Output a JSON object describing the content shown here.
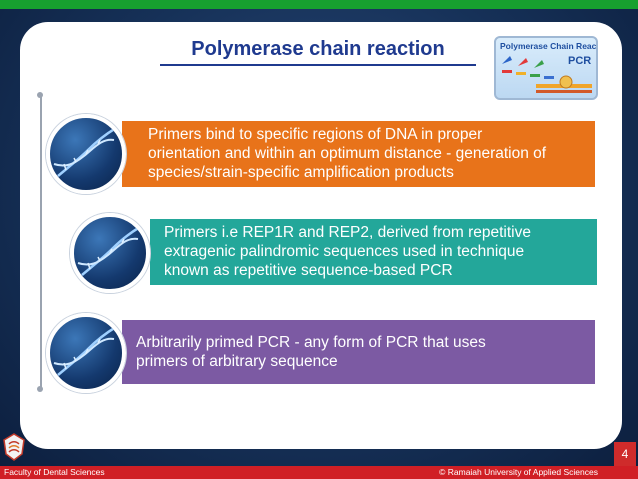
{
  "slide": {
    "title": "Polymerase chain reaction",
    "page_number": "4"
  },
  "pcr_logo": {
    "title": "Polymerase Chain Reaction",
    "abbr": "PCR"
  },
  "bands": [
    {
      "lines": [
        "Primers bind to specific regions of  DNA in proper",
        "orientation and within an optimum distance - generation of",
        "species/strain-specific amplification products"
      ],
      "color": "#e8731a"
    },
    {
      "lines": [
        "Primers i.e REP1R and REP2,  derived from repetitive",
        "extragenic palindromic sequences used in technique",
        "known as repetitive sequence-based PCR"
      ],
      "color": "#23a79a"
    },
    {
      "lines": [
        "Arbitrarily primed PCR  - any form of PCR that uses",
        "primers of arbitrary sequence"
      ],
      "color": "#7c5aa3"
    }
  ],
  "footer": {
    "left": "Faculty of Dental Sciences",
    "right": "© Ramaiah University of Applied Sciences"
  },
  "colors": {
    "top_bar": "#17a02f",
    "footer": "#d01f25",
    "title": "#1f3a8f"
  }
}
